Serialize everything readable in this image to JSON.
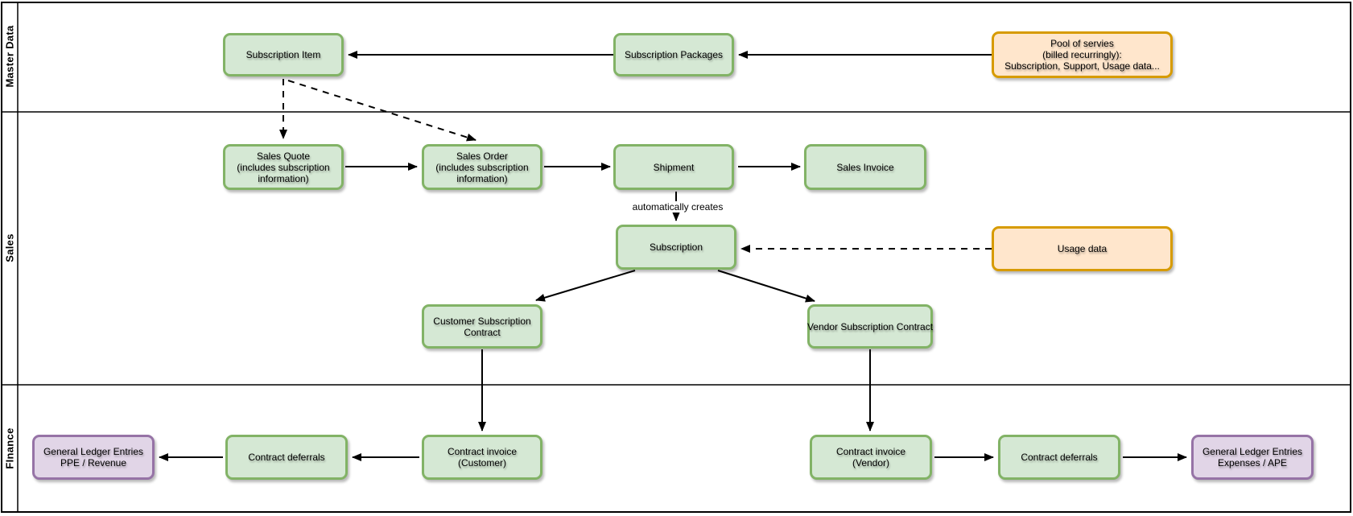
{
  "diagram": {
    "lanes": [
      {
        "label": "Master Data"
      },
      {
        "label": "Sales"
      },
      {
        "label": "FInance"
      }
    ],
    "nodes": {
      "subscription_item": {
        "lines": [
          "Subscription Item"
        ]
      },
      "subscription_packages": {
        "lines": [
          "Subscription Packages"
        ]
      },
      "pool_of_services": {
        "lines": [
          "Pool of servies",
          "(billed recurringly):",
          "Subscription, Support, Usage data..."
        ]
      },
      "sales_quote": {
        "lines": [
          "Sales Quote",
          "(includes subscription",
          "information)"
        ]
      },
      "sales_order": {
        "lines": [
          "Sales Order",
          "(includes subscription",
          "information)"
        ]
      },
      "shipment": {
        "lines": [
          "Shipment"
        ]
      },
      "sales_invoice": {
        "lines": [
          "Sales Invoice"
        ]
      },
      "subscription": {
        "lines": [
          "Subscription"
        ]
      },
      "usage_data": {
        "lines": [
          "Usage data"
        ]
      },
      "customer_subscription_contract": {
        "lines": [
          "Customer Subscription",
          "Contract"
        ]
      },
      "vendor_subscription_contract": {
        "lines": [
          "Vendor Subscription Contract"
        ]
      },
      "gl_entries_revenue": {
        "lines": [
          "General Ledger Entries",
          "PPE / Revenue"
        ]
      },
      "contract_deferrals_left": {
        "lines": [
          "Contract deferrals"
        ]
      },
      "contract_invoice_customer": {
        "lines": [
          "Contract invoice",
          "(Customer)"
        ]
      },
      "contract_invoice_vendor": {
        "lines": [
          "Contract invoice",
          "(Vendor)"
        ]
      },
      "contract_deferrals_right": {
        "lines": [
          "Contract deferrals"
        ]
      },
      "gl_entries_expenses": {
        "lines": [
          "General Ledger Entries",
          "Expenses / APE"
        ]
      }
    },
    "edge_labels": {
      "auto_creates": "automatically creates"
    },
    "colors": {
      "green_fill": "#d5e8d4",
      "green_stroke": "#82b366",
      "orange_fill": "#ffe6cc",
      "orange_stroke": "#d79b00",
      "purple_fill": "#e1d5e7",
      "purple_stroke": "#9673a6",
      "line": "#000000"
    }
  }
}
